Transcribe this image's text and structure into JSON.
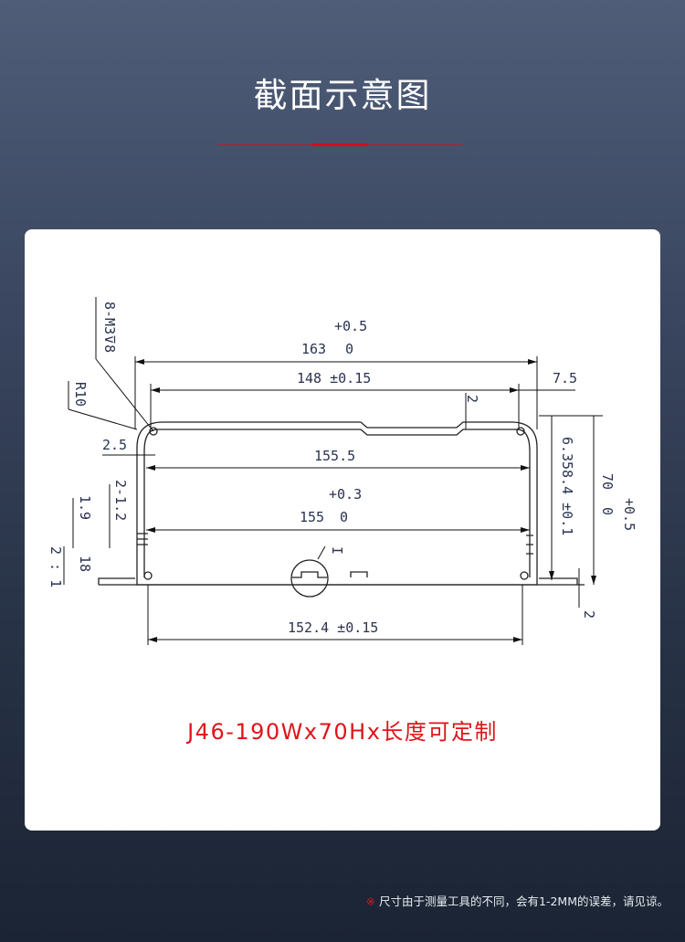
{
  "header": {
    "title": "截面示意图",
    "accent_color": "#d10e12"
  },
  "drawing": {
    "callouts": {
      "screw": "8-M3⊽8",
      "radius": "R10",
      "detail_marker": "I"
    },
    "dimensions": {
      "overall_width_nominal": "163",
      "overall_width_tol_upper": "+0.5",
      "overall_width_tol_lower": "0",
      "top_inner_width": "148 ±0.15",
      "flange_offset": "7.5",
      "top_groove_depth": "2",
      "corner_offset": "6.3",
      "wall_left": "2.5",
      "inner_width": "155.5",
      "slot_width_nominal": "155",
      "slot_width_tol_upper": "+0.3",
      "slot_width_tol_lower": "0",
      "fin_pitch": "2-1.2",
      "fin_gap": "1.9",
      "base_height": "18",
      "side_ratio": "2 : 1",
      "inner_height": "58.4 ±0.1",
      "overall_height_nominal": "70",
      "overall_height_tol_upper": "+0.5",
      "overall_height_tol_lower": "0",
      "bottom_thickness": "2",
      "bottom_width": "152.4 ±0.15"
    }
  },
  "product": {
    "model_label": "J46-190Wx70Hx长度可定制"
  },
  "footer": {
    "mark": "※",
    "note": "尺寸由于测量工具的不同，会有1-2MM的误差，请见谅。"
  }
}
